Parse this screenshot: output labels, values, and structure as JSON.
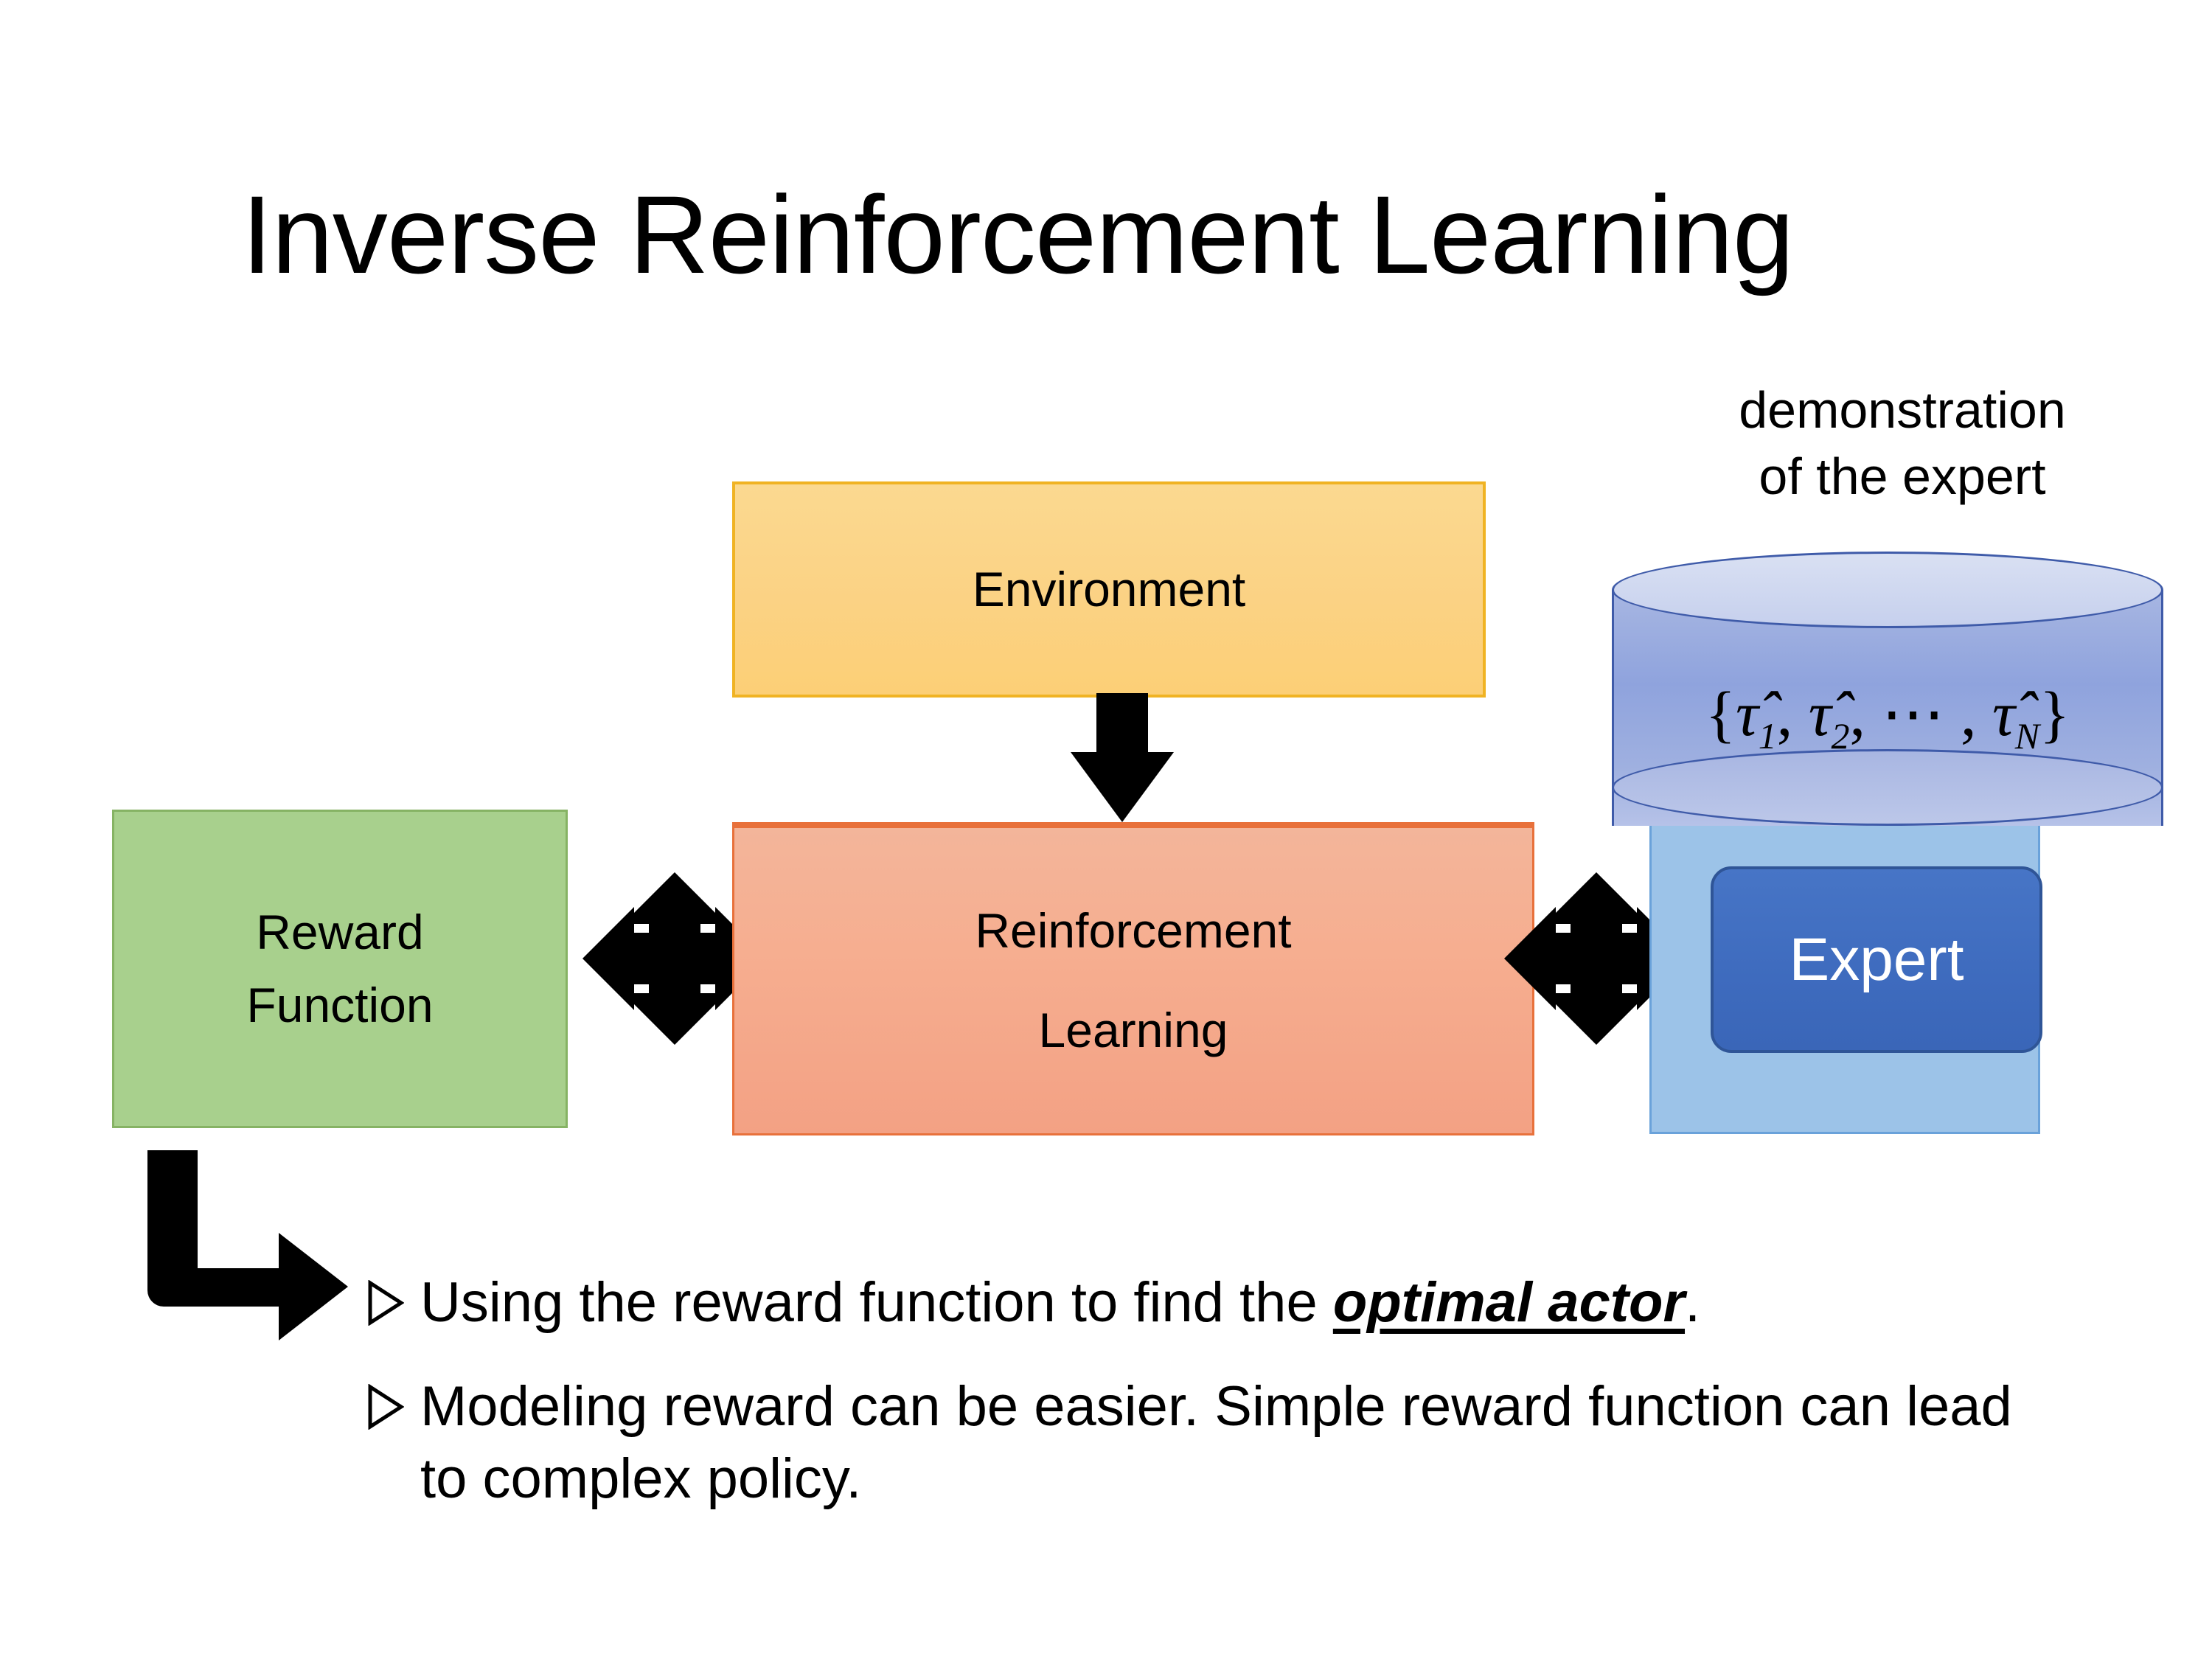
{
  "slide": {
    "title": "Inverse Reinforcement Learning"
  },
  "diagram": {
    "environment_box": {
      "label": "Environment",
      "fill_color": "#FBD284",
      "border_color": "#F0B323"
    },
    "reward_box": {
      "label": "Reward Function",
      "line1": "Reward",
      "line2": "Function",
      "fill_color": "#A8D08D",
      "border_color": "#86B364"
    },
    "rl_box": {
      "label": "Reinforcement Learning",
      "line1": "Reinforcement",
      "line2": "Learning",
      "fill_color": "#F4AD8E",
      "border_color": "#E8713B"
    },
    "demonstration": {
      "caption_line1": "demonstration",
      "caption_line2": "of the expert",
      "formula_open": "{",
      "formula_tau1": "τ̂",
      "formula_sub1": "1",
      "formula_sep1": ", ",
      "formula_tau2": "τ̂",
      "formula_sub2": "2",
      "formula_sep2": ", ⋯ , ",
      "formula_tauN": "τ̂",
      "formula_subN": "N",
      "formula_close": "}",
      "formula_plain": "{τ̂1, τ̂2, ⋯, τ̂N}",
      "cylinder_fill_color": "#96A9DE",
      "cylinder_border_color": "#3F5BA9"
    },
    "expert_box": {
      "label": "Expert",
      "fill_color": "#4472C4",
      "border_color": "#2F5597",
      "text_color": "#FFFFFF"
    },
    "expert_panel": {
      "fill_color": "#9CC3E8",
      "border_color": "#6AA2DA"
    },
    "arrows": {
      "env_to_rl": "down-arrow",
      "reward_rl_link": "four-way-arrow",
      "rl_expert_link": "four-way-arrow",
      "reward_to_bullets": "elbow-arrow-down-right",
      "color": "#000000"
    }
  },
  "bullets": [
    {
      "marker": "bullet-triangle-icon",
      "prefix": "Using the reward function to find the ",
      "emphasis": "optimal actor",
      "suffix": "."
    },
    {
      "marker": "bullet-triangle-icon",
      "prefix": "Modeling reward can be easier. Simple reward function can lead to complex policy.",
      "emphasis": "",
      "suffix": ""
    }
  ]
}
